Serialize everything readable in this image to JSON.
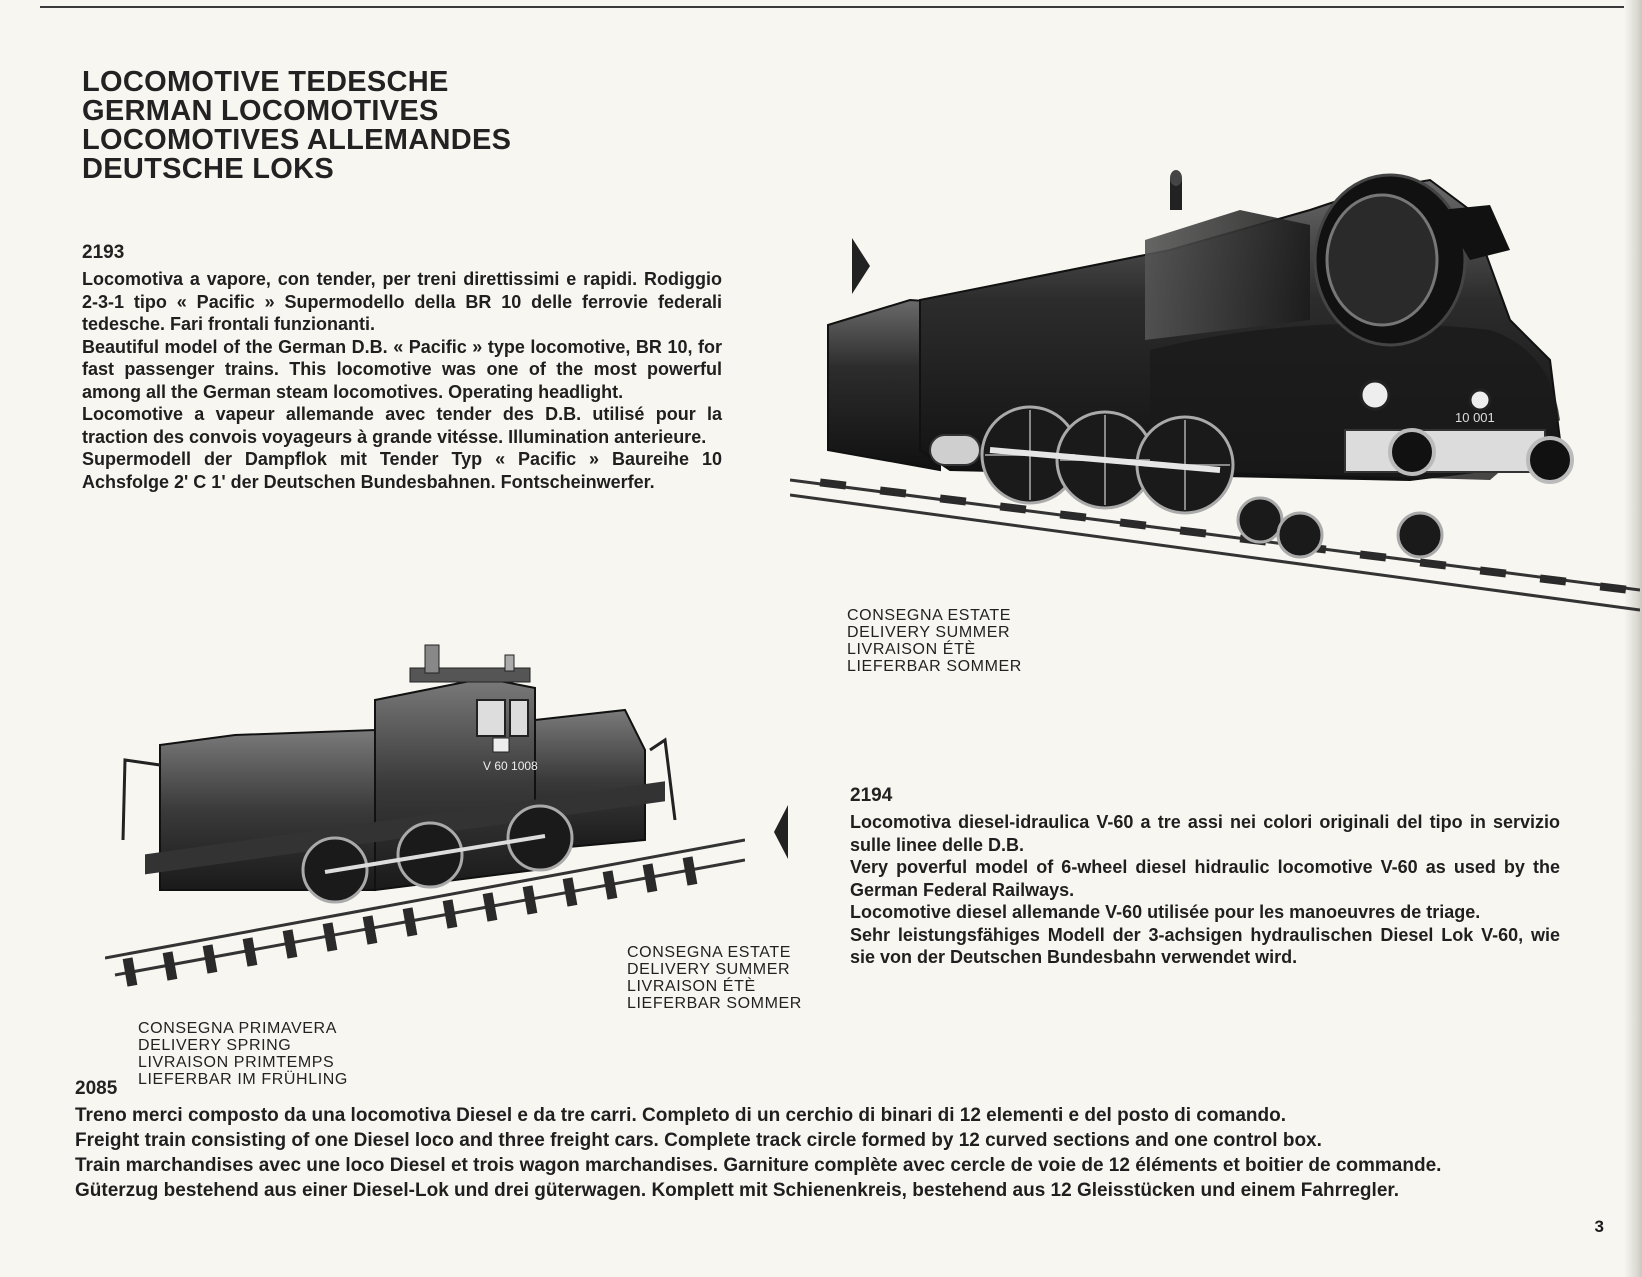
{
  "heading": {
    "line1": "LOCOMOTIVE TEDESCHE",
    "line2": "GERMAN LOCOMOTIVES",
    "line3": "LOCOMOTIVES ALLEMANDES",
    "line4": "DEUTSCHE LOKS"
  },
  "item_2193": {
    "code": "2193",
    "italian": "Locomotiva a vapore, con tender, per treni direttissimi e rapidi. Rodiggio 2-3-1 tipo « Pacific » Supermodello della BR 10 delle ferrovie federali tedesche. Fari frontali funzionanti.",
    "english": "Beautiful model of the German D.B. « Pacific » type locomotive, BR 10, for fast passenger trains. This locomotive was one of the most powerful among all the German steam locomotives. Operating headlight.",
    "french": "Locomotive a vapeur allemande avec tender des D.B. utilisé pour la traction des convois voyageurs à grande vitésse. Illumination anterieure.",
    "german": "Supermodell der Dampflok mit Tender Typ « Pacific » Baureihe 10 Achsfolge 2' C 1' der Deutschen Bundesbahnen. Fontscheinwerfer.",
    "delivery": [
      "CONSEGNA ESTATE",
      "DELIVERY SUMMER",
      "LIVRAISON ÉTÈ",
      "LIEFERBAR SOMMER"
    ],
    "loco_number": "10 001"
  },
  "item_2194": {
    "code": "2194",
    "italian": "Locomotiva diesel-idraulica V-60 a tre assi nei colori originali del tipo in servizio sulle linee delle D.B.",
    "english": "Very poverful model of 6-wheel diesel hidraulic locomotive V-60 as used by the German Federal Railways.",
    "french": "Locomotive diesel allemande V-60 utilisée pour les manoeuvres de triage.",
    "german": "Sehr leistungsfähiges Modell der 3-achsigen hydraulischen Diesel Lok V-60, wie sie von der Deutschen Bundesbahn verwendet wird.",
    "delivery": [
      "CONSEGNA ESTATE",
      "DELIVERY SUMMER",
      "LIVRAISON ÉTÈ",
      "LIEFERBAR SOMMER"
    ],
    "loco_number": "V 60 1008"
  },
  "item_2085": {
    "code": "2085",
    "delivery": [
      "CONSEGNA PRIMAVERA",
      "DELIVERY SPRING",
      "LIVRAISON PRIMTEMPS",
      "LIEFERBAR IM FRÜHLING"
    ],
    "italian": "Treno merci composto da una locomotiva Diesel e da tre carri. Completo di un cerchio di binari di 12 elementi e del posto di comando.",
    "english": "Freight train consisting of one Diesel loco and three freight cars. Complete track circle formed by 12 curved sections and one control box.",
    "french": "Train marchandises avec une loco Diesel et trois wagon marchandises. Garniture complète avec cercle de voie de 12 éléments et boitier de commande.",
    "german": "Güterzug bestehend aus einer Diesel-Lok und drei güterwagen. Komplett mit Schienenkreis, bestehend aus 12 Gleisstücken und einem Fahrregler."
  },
  "page_number": "3"
}
